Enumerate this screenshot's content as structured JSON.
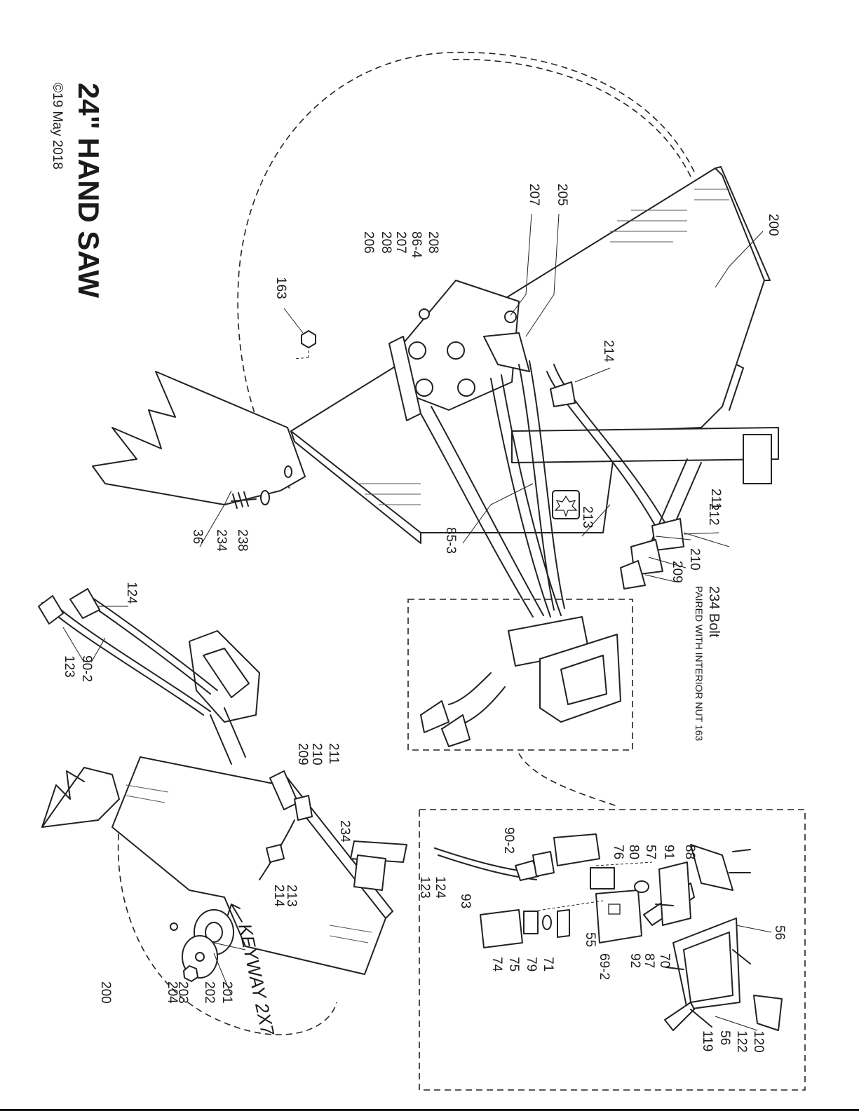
{
  "title": "24\" HAND SAW",
  "copyright": "©19 May 2018",
  "handwritten_note": "KEYWAY 2X7",
  "bolt_note": {
    "line1": "234 Bolt",
    "line2": "PAIRED WITH INTERIOR NUT 163"
  },
  "callouts": {
    "main": [
      "200",
      "205",
      "207",
      "208",
      "86-4",
      "207",
      "208",
      "206",
      "163",
      "214",
      "211",
      "212",
      "213",
      "210",
      "209",
      "85-3",
      "238",
      "234",
      "36"
    ],
    "lower_left": [
      "124",
      "123",
      "90-2",
      "209",
      "210",
      "211",
      "234",
      "213",
      "214",
      "201",
      "202",
      "203",
      "204",
      "200"
    ],
    "inset": [
      "90-2",
      "124",
      "123",
      "93",
      "76",
      "80",
      "57",
      "91",
      "88",
      "56",
      "55",
      "69-2",
      "92",
      "87",
      "70",
      "74",
      "75",
      "79",
      "71",
      "119",
      "56",
      "122",
      "120"
    ]
  }
}
